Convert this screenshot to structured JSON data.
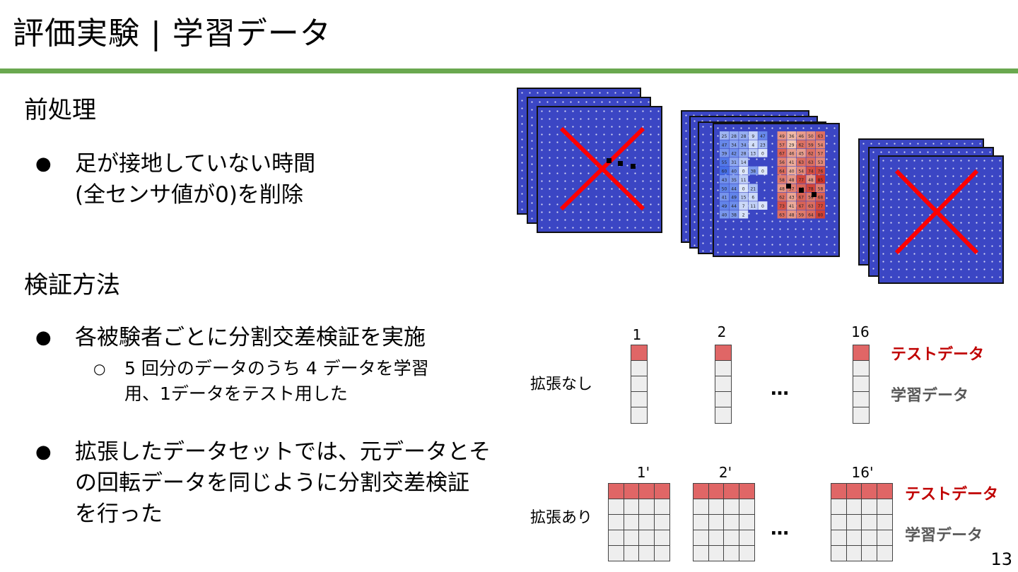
{
  "slide": {
    "title": "評価実験 | 学習データ",
    "page_number": "13"
  },
  "preprocessing": {
    "heading": "前処理",
    "bullet_line1": "足が接地していない時間",
    "bullet_line2": "(全センサ値が0)を削除"
  },
  "validation": {
    "heading": "検証方法",
    "bullet1": "各被験者ごとに分割交差検証を実施",
    "sub1_line1": "5 回分のデータのうち 4 データを学習",
    "sub1_line2": "用、1データをテスト用した",
    "bullet2_line1": "拡張したデータセットでは、元データとそ",
    "bullet2_line2": "の回転データを同じように分割交差検証",
    "bullet2_line3": "を行った"
  },
  "bullet_symbol": "●",
  "sub_bullet_symbol": "○",
  "diagram": {
    "no_aug": {
      "label": "拡張なし",
      "columns": [
        "1",
        "2",
        "16"
      ],
      "ellipsis": "…",
      "legend_test": "テストデータ",
      "legend_train": "学習データ"
    },
    "with_aug": {
      "label": "拡張あり",
      "columns": [
        "1'",
        "2'",
        "16'"
      ],
      "ellipsis": "…",
      "legend_test": "テストデータ",
      "legend_train": "学習データ"
    },
    "colors": {
      "test": "#e06666",
      "train": "#eeeeee",
      "legend_test": "#c00000",
      "legend_train": "#595959",
      "sensor_bg": "#3b46c4",
      "cross": "#ff0000",
      "accent_rule": "#6aa84f"
    },
    "heatmap_values": [
      [
        "25",
        "28",
        "28",
        "9",
        "47",
        "",
        "49",
        "36",
        "46",
        "50",
        "63"
      ],
      [
        "47",
        "34",
        "34",
        "4",
        "23",
        "",
        "57",
        "29",
        "62",
        "59",
        "54"
      ],
      [
        "39",
        "42",
        "28",
        "13",
        "0",
        "",
        "67",
        "46",
        "45",
        "62",
        "57"
      ],
      [
        "55",
        "31",
        "14",
        "",
        "",
        "",
        "56",
        "41",
        "63",
        "63",
        "53"
      ],
      [
        "60",
        "40",
        "0",
        "38",
        "0",
        "",
        "64",
        "40",
        "54",
        "74",
        "76"
      ],
      [
        "43",
        "35",
        "11",
        "",
        "",
        "",
        "58",
        "48",
        "77",
        "48",
        "85"
      ],
      [
        "50",
        "44",
        "0",
        "21",
        "",
        "",
        "48",
        "57",
        "67",
        "78",
        "58"
      ],
      [
        "41",
        "49",
        "15",
        "6",
        "",
        "",
        "62",
        "43",
        "67",
        "59",
        "68"
      ],
      [
        "49",
        "44",
        "7",
        "11",
        "0",
        "",
        "73",
        "41",
        "67",
        "63",
        "77"
      ],
      [
        "40",
        "38",
        "2",
        "",
        "",
        "",
        "63",
        "48",
        "59",
        "64",
        "80"
      ]
    ]
  }
}
